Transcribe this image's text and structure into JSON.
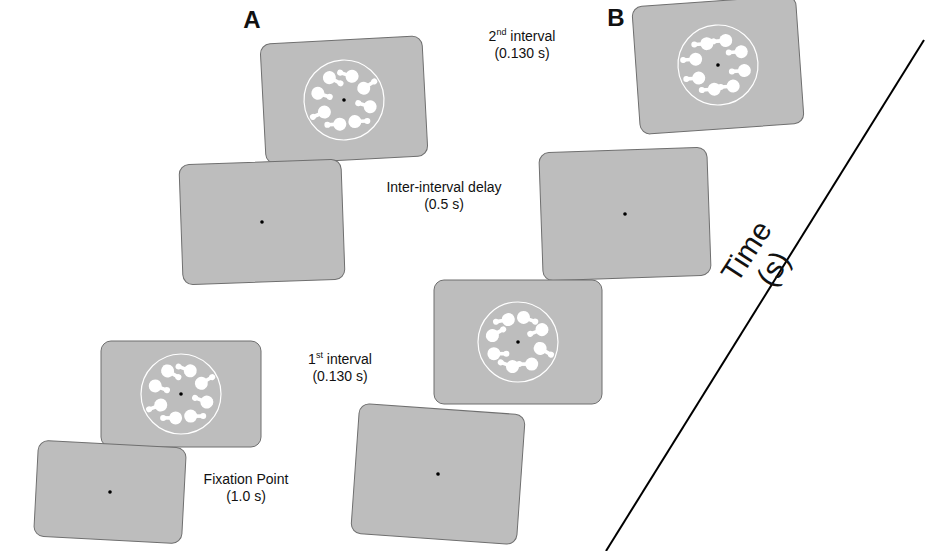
{
  "diagram": {
    "labels": [
      "A",
      "B",
      "2nd interval (0.130 s)",
      "Inter-interval delay (0.5 s)",
      "1st interval (0.130 s)",
      "Fixation Point (1.0 s)",
      "Time (s)"
    ]
  }
}
